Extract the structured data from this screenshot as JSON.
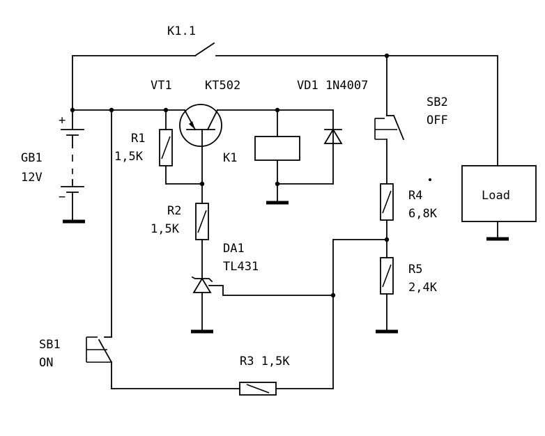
{
  "labels": {
    "k11": "K1.1",
    "vt1": "VT1",
    "kt502": "KT502",
    "vd1": "VD1 1N4007",
    "sb2": "SB2",
    "off": "OFF",
    "gb1": "GB1",
    "v12": "12V",
    "r1": "R1",
    "r1_val": "1,5K",
    "k1": "K1",
    "r2": "R2",
    "r2_val": "1,5K",
    "da1": "DA1",
    "tl431": "TL431",
    "r4": "R4",
    "r4_val": "6,8K",
    "r5": "R5",
    "r5_val": "2,4K",
    "load": "Load",
    "sb1": "SB1",
    "on": "ON",
    "r3": "R3 1,5K",
    "plus": "+",
    "minus": "−"
  }
}
